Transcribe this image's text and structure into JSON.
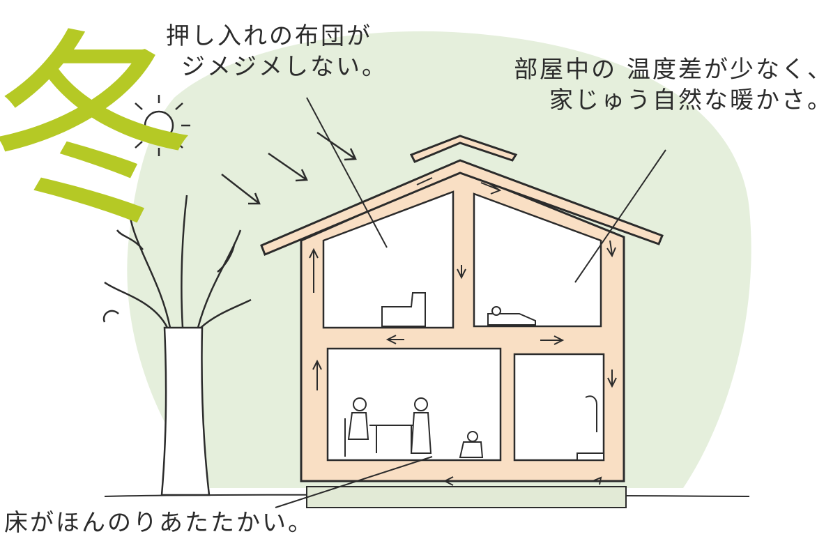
{
  "season_char": "冬",
  "labels": {
    "futon_line1": "押し入れの布団が",
    "futon_line2": "ジメジメしない。",
    "temp_line1": "部屋中の 温度差が少なく、",
    "temp_line2": "家じゅう自然な暖かさ。",
    "floor": "床がほんのりあたたかい。"
  },
  "colors": {
    "season_accent": "#b5c925",
    "background_blob": "#e5efdc",
    "wall_fill": "#f9dfc4",
    "ink": "#2b2b2b",
    "foundation": "#e2ead6"
  },
  "icons": [
    "sun-icon",
    "tree-icon",
    "house-icon",
    "sofa-icon",
    "cat-icon",
    "family-icon",
    "shower-icon"
  ]
}
